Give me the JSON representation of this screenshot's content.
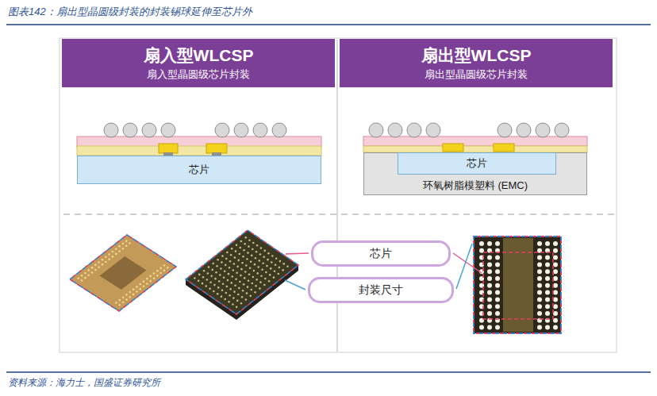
{
  "diagram": {
    "title": "图表142：扇出型晶圆级封装的封装锡球延伸至芯片外",
    "caption": "资料来源：海力士，国盛证券研究所",
    "nodes": [
      {
        "text": [
          "扇入型WLCSP",
          "扇入型晶圆级芯片封装"
        ]
      },
      {
        "text": [
          "扇出型WLCSP",
          "扇出型晶圆级芯片封装"
        ]
      },
      {
        "text": [
          "芯片"
        ]
      },
      {
        "text": [
          "环氧树脂模塑料 (EMC)"
        ]
      },
      {
        "text": [
          "芯片"
        ],
        "in": 3
      },
      {
        "text": [
          "芯片"
        ]
      },
      {
        "text": [
          "封装尺寸"
        ]
      }
    ]
  }
}
